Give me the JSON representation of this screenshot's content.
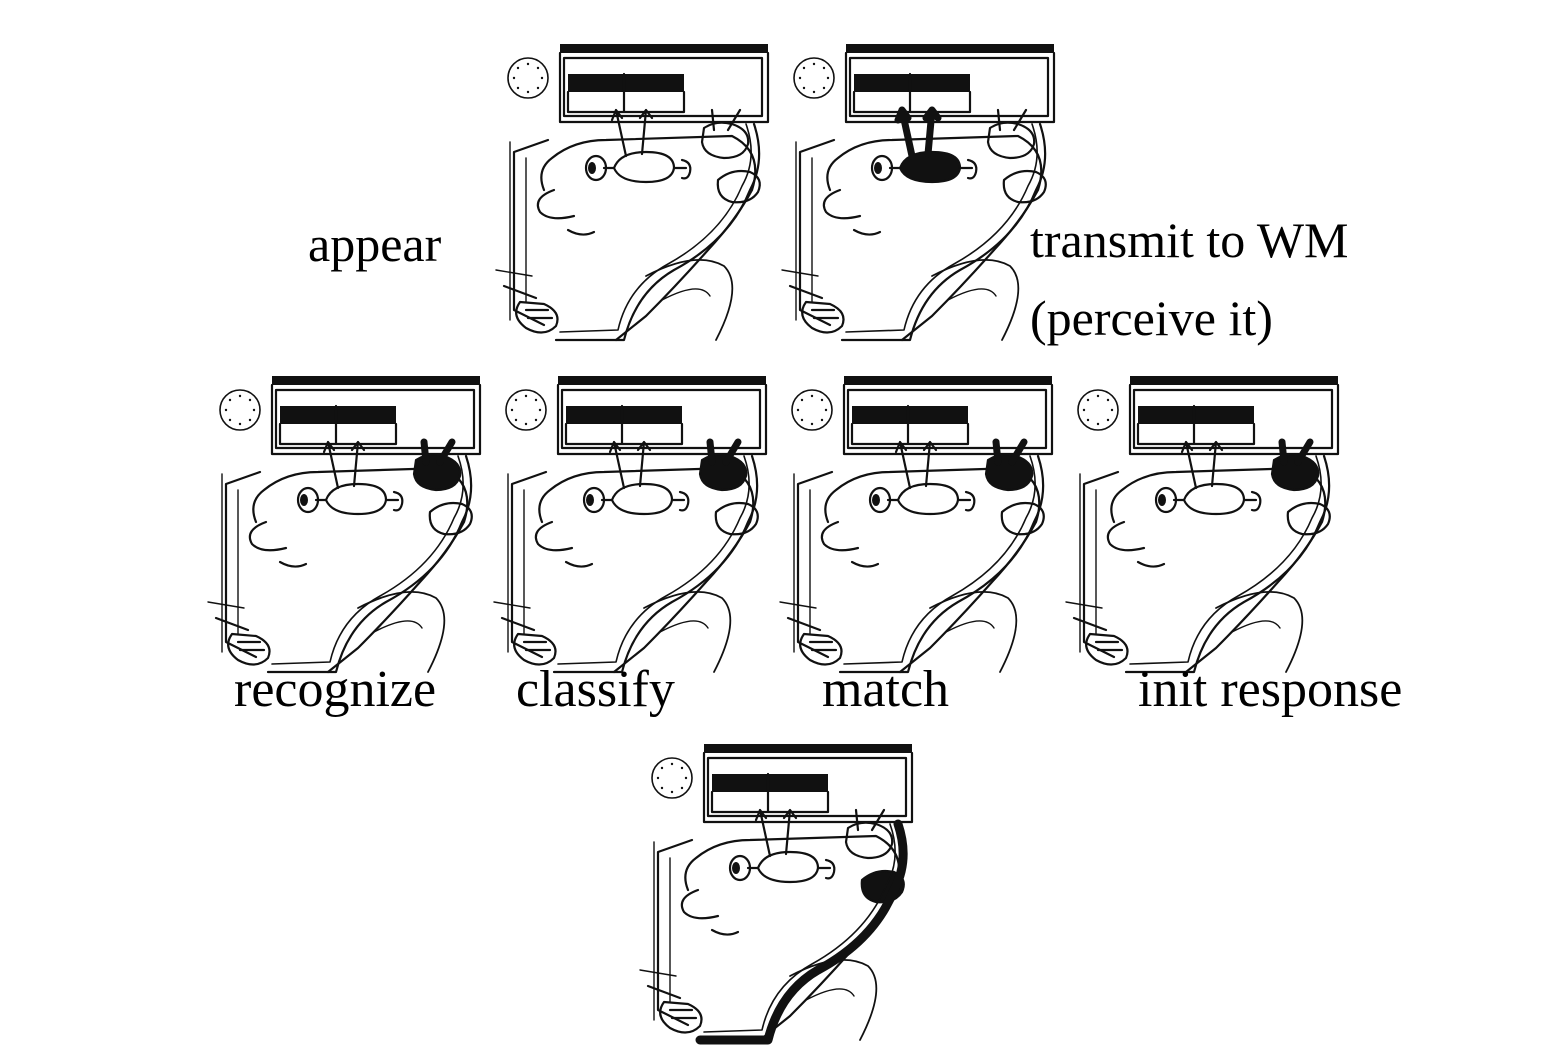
{
  "colors": {
    "ink": "#111111",
    "paper": "#ffffff",
    "highlight": "#111111"
  },
  "panels": [
    {
      "id": "appear",
      "label": "appear",
      "highlight": "none"
    },
    {
      "id": "transmit",
      "label_line1": "transmit to WM",
      "label_line2": "(perceive it)",
      "highlight": "eye-to-wm"
    },
    {
      "id": "recognize",
      "label": "recognize",
      "highlight": "cognitive"
    },
    {
      "id": "classify",
      "label": "classify",
      "highlight": "cognitive"
    },
    {
      "id": "match",
      "label": "match",
      "highlight": "cognitive"
    },
    {
      "id": "init",
      "label": "init response",
      "highlight": "cognitive"
    },
    {
      "id": "respond",
      "label": "",
      "highlight": "motor"
    }
  ]
}
